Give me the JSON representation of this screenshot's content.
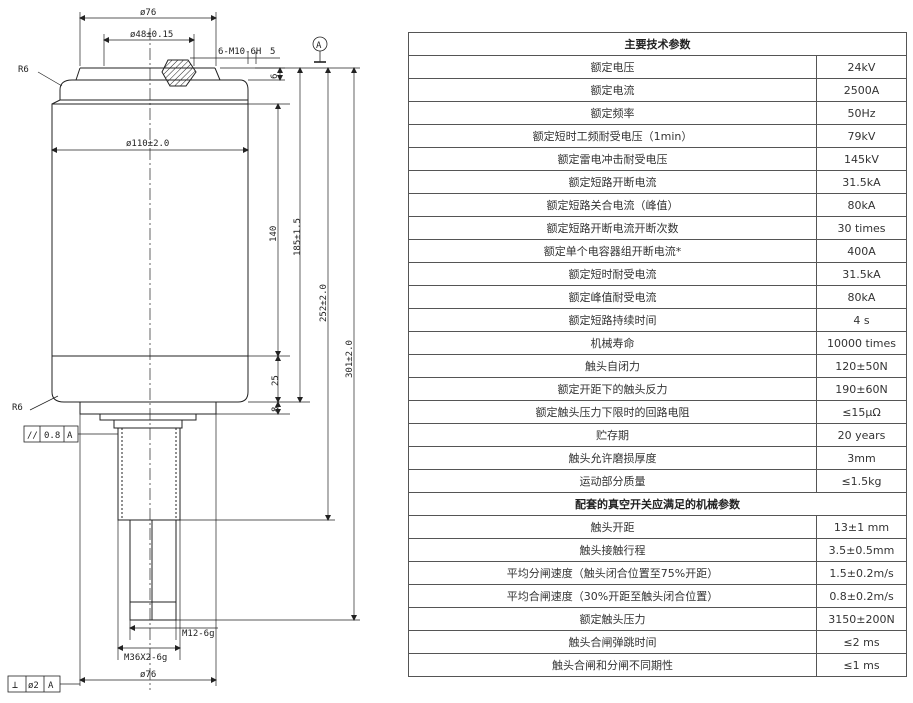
{
  "drawing": {
    "dims": {
      "top_width": "ø76",
      "inner_dia": "ø48±0.15",
      "thread_top": "6-M10-6H",
      "thread_depth": "5",
      "top_flange_h": "6",
      "body_dia": "ø110±2.0",
      "body_h": "140",
      "inner_h": "185±1.5",
      "mid_h": "252±2.0",
      "total_h": "301±2.0",
      "bottom_cap_h": "25",
      "flange_h": "8",
      "radius_top": "R6",
      "radius_bottom": "R6",
      "datum": "A",
      "rod_thread": "M12-6g",
      "stem_thread": "M36X2-6g",
      "bottom_width": "ø76"
    },
    "tol_parallel": {
      "symbol": "//",
      "value": "0.8",
      "datum": "A"
    },
    "tol_perpendicular": {
      "symbol": "⊥",
      "value": "ø2",
      "datum": "A"
    }
  },
  "table": {
    "section1_title": "主要技术参数",
    "rows1": [
      {
        "label": "额定电压",
        "value": "24kV"
      },
      {
        "label": "额定电流",
        "value": "2500A"
      },
      {
        "label": "额定频率",
        "value": "50Hz"
      },
      {
        "label": "额定短时工频耐受电压（1min）",
        "value": "79kV"
      },
      {
        "label": "额定雷电冲击耐受电压",
        "value": "145kV"
      },
      {
        "label": "额定短路开断电流",
        "value": "31.5kA"
      },
      {
        "label": "额定短路关合电流（峰值）",
        "value": "80kA"
      },
      {
        "label": "额定短路开断电流开断次数",
        "value": "30 times"
      },
      {
        "label": "额定单个电容器组开断电流*",
        "value": "400A"
      },
      {
        "label": "额定短时耐受电流",
        "value": "31.5kA"
      },
      {
        "label": "额定峰值耐受电流",
        "value": "80kA"
      },
      {
        "label": "额定短路持续时间",
        "value": "4 s"
      },
      {
        "label": "机械寿命",
        "value": "10000 times"
      },
      {
        "label": "触头自闭力",
        "value": "120±50N"
      },
      {
        "label": "额定开距下的触头反力",
        "value": "190±60N"
      },
      {
        "label": "额定触头压力下限时的回路电阻",
        "value": "≤15μΩ"
      },
      {
        "label": "贮存期",
        "value": "20 years"
      },
      {
        "label": "触头允许磨损厚度",
        "value": "3mm"
      },
      {
        "label": "运动部分质量",
        "value": "≤1.5kg"
      }
    ],
    "section2_title": "配套的真空开关应满足的机械参数",
    "rows2": [
      {
        "label": "触头开距",
        "value": "13±1 mm"
      },
      {
        "label": "触头接触行程",
        "value": "3.5±0.5mm"
      },
      {
        "label": "平均分闸速度（触头闭合位置至75%开距）",
        "value": "1.5±0.2m/s"
      },
      {
        "label": "平均合闸速度（30%开距至触头闭合位置）",
        "value": "0.8±0.2m/s"
      },
      {
        "label": "额定触头压力",
        "value": "3150±200N"
      },
      {
        "label": "触头合闸弹跳时间",
        "value": "≤2 ms"
      },
      {
        "label": "触头合闸和分闸不同期性",
        "value": "≤1 ms"
      }
    ]
  }
}
